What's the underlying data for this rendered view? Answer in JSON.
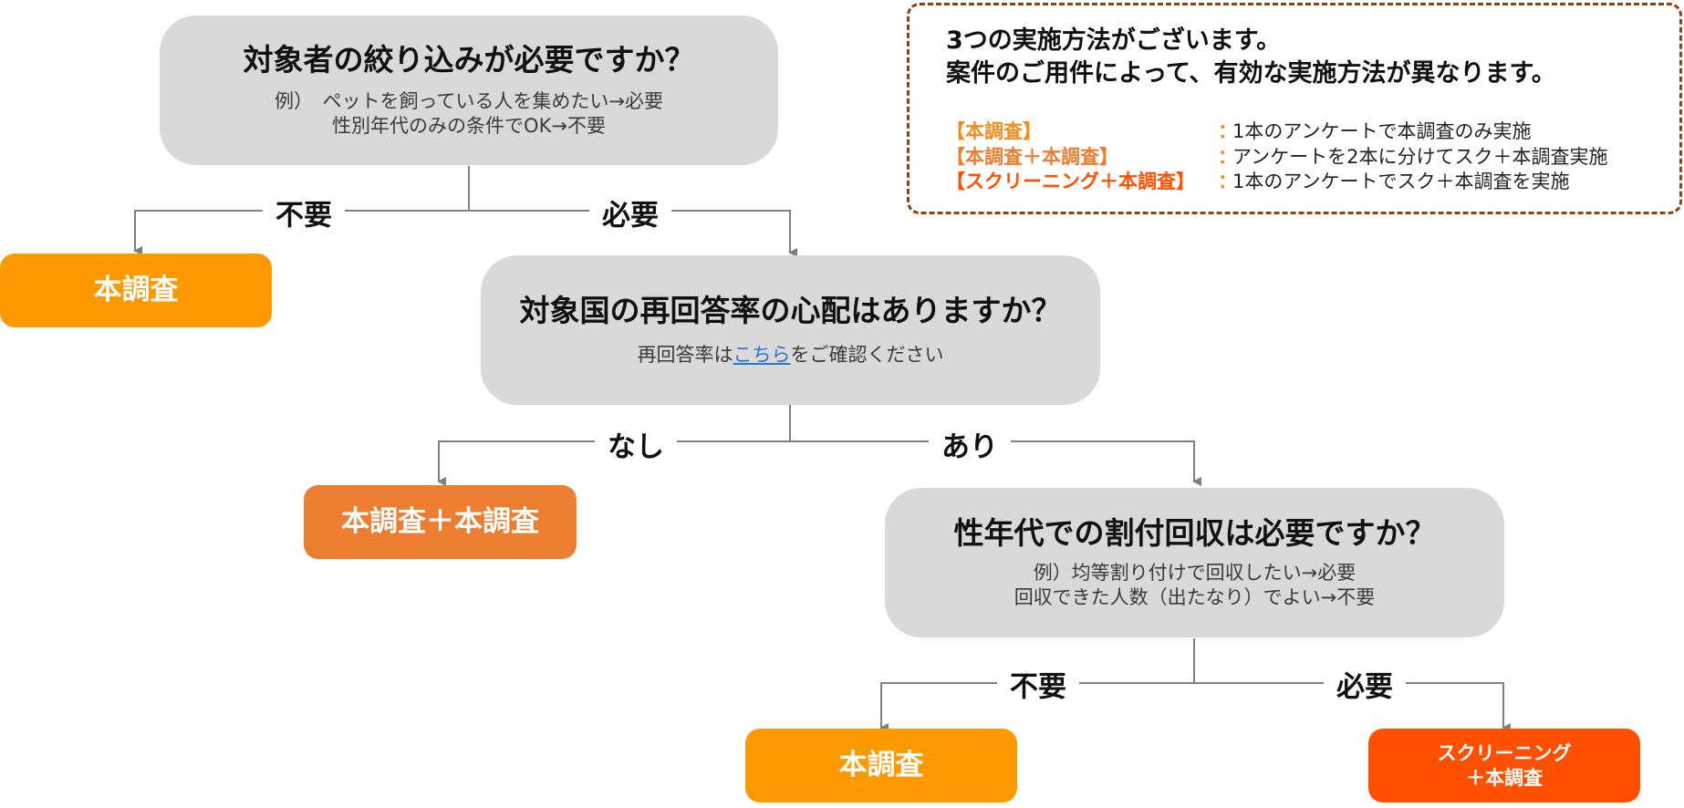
{
  "questions": {
    "q1": {
      "title": "対象者の絞り込みが必要ですか？",
      "sub1": "例）　ペットを飼っている人を集めたい→必要",
      "sub2": "性別年代のみの条件でOK→不要"
    },
    "q2": {
      "title": "対象国の再回答率の心配はありますか？",
      "sub_before": "再回答率は",
      "sub_link": "こちら",
      "sub_after": "をご確認ください"
    },
    "q3": {
      "title": "性年代での割付回収は必要ですか？",
      "sub1": "例）均等割り付けで回収したい→必要",
      "sub2": "回収できた人数（出たなり）でよい→不要"
    }
  },
  "branches": {
    "q1_no": "不要",
    "q1_yes": "必要",
    "q2_no": "なし",
    "q2_yes": "あり",
    "q3_no": "不要",
    "q3_yes": "必要"
  },
  "results": {
    "r1": {
      "label": "本調査",
      "color": "#ff9900"
    },
    "r2": {
      "label": "本調査＋本調査",
      "color": "#ed7d31"
    },
    "r3": {
      "label": "本調査",
      "color": "#ff9900"
    },
    "r4": {
      "line1": "スクリーニング",
      "line2": "＋本調査",
      "color": "#ff5000"
    }
  },
  "info": {
    "heading1": "3つの実施方法がございます。",
    "heading2": "案件のご用件によって、有効な実施方法が異なります。",
    "items": [
      {
        "name": "【本調査】",
        "colon": "：",
        "desc": "1本のアンケートで本調査のみ実施",
        "color": "#f08c1e"
      },
      {
        "name": "【本調査＋本調査】",
        "colon": "：",
        "desc": "アンケートを2本に分けてスク＋本調査実施",
        "color": "#ed7d31"
      },
      {
        "name": "【スクリーニング＋本調査】",
        "colon": "：",
        "desc": "1本のアンケートでスク＋本調査を実施",
        "color": "#ff5000"
      }
    ]
  },
  "colors": {
    "question_bg": "#d9d9d9",
    "connector": "#808080",
    "panel_border": "#8b4513",
    "link": "#2e74c8"
  }
}
